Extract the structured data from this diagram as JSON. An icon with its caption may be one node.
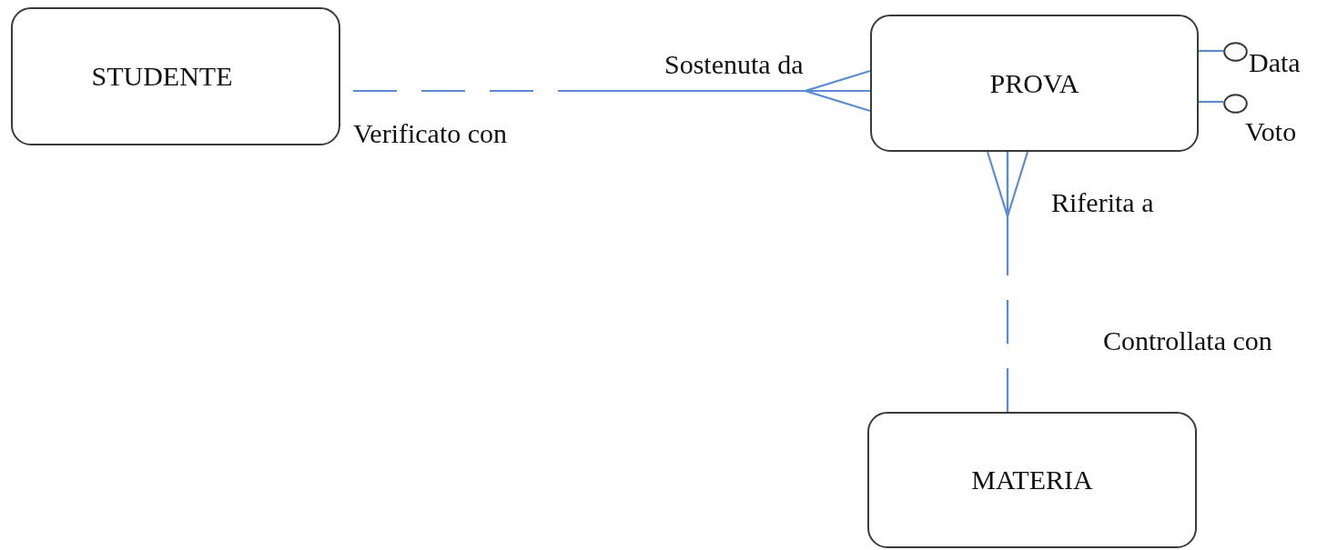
{
  "diagram": {
    "nodes": [
      {
        "text": [
          "STUDENTE"
        ]
      },
      {
        "text": [
          "PROVA"
        ]
      },
      {
        "text": [
          "MATERIA"
        ]
      },
      {
        "text": [],
        "shape": "circle",
        "beside": [
          "Data"
        ]
      },
      {
        "text": [],
        "shape": "circle",
        "beside": [
          "Voto"
        ]
      }
    ],
    "edges": [
      {
        "from": 0,
        "to": 1,
        "arrow": "other",
        "style": "dashed"
      },
      {
        "from": 2,
        "to": 1,
        "arrow": "other",
        "style": "dashed"
      },
      {
        "from": 1,
        "to": 3,
        "arrow": "none"
      },
      {
        "from": 1,
        "to": 4,
        "arrow": "none"
      }
    ],
    "labels": [
      "Sostenuta da",
      "Verificato con",
      "Riferita a",
      "Controllata con"
    ]
  }
}
